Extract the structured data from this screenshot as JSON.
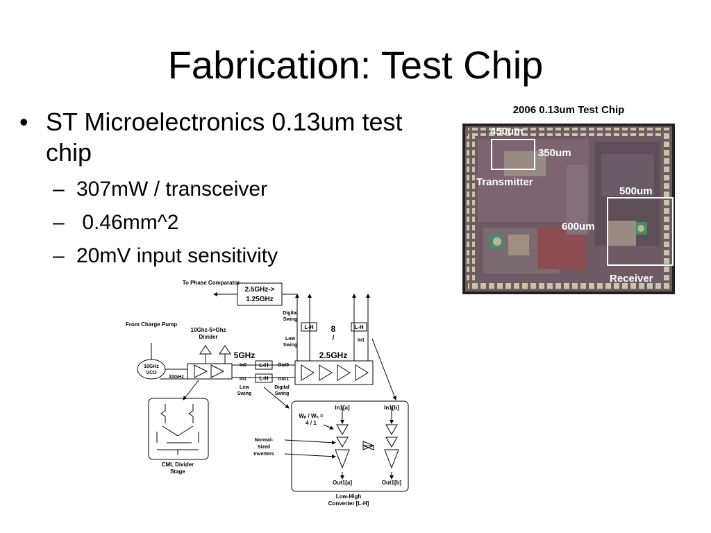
{
  "slide": {
    "title": "Fabrication: Test Chip",
    "bullets": [
      {
        "text": "ST Microelectronics 0.13um test chip",
        "line1": "ST Microelectronics 0.13um test",
        "line2": "chip",
        "sub": [
          "307mW / transceiver",
          " 0.46mm^2",
          "20mV input sensitivity"
        ]
      }
    ]
  },
  "chip_photo": {
    "caption": "2006 0.13um Test Chip",
    "labels": {
      "tx_width": "450um",
      "tx_height": "350um",
      "transmitter": "Transmitter",
      "rx_width": "500um",
      "rx_height": "600um",
      "receiver": "Receiver"
    }
  },
  "schematic": {
    "phase_comparator": "To Phase Comparator",
    "div_box": [
      "2.5GHz->",
      "1.25GHz"
    ],
    "charge_pump": "From Charge Pump",
    "divider_title": [
      "10Ghz-5>Ghz",
      "Divider"
    ],
    "vco": [
      "10GHz",
      "VCO"
    ],
    "vco_out": "10GHz",
    "f5": "5GHz",
    "f25": "2.5GHz",
    "lh": "L-H",
    "in0": "In0",
    "in1": "In1",
    "out0": "Out0",
    "out1": "Out1",
    "digital_swing": [
      "Digital",
      "Swing"
    ],
    "low_swing": [
      "Low",
      "Swing"
    ],
    "count": "8",
    "cml": [
      "CML Divider",
      "Stage"
    ],
    "in1a": "In1[a]",
    "in1b": "In1[b]",
    "ratio": [
      "Wₚ / Wₙ =",
      "4 / 1"
    ],
    "normal_inv": [
      "Normal-",
      "Sized",
      "Inverters"
    ],
    "out1a": "Out1[a]",
    "out1b": "Out1[b]",
    "converter": [
      "Low-High",
      "Converter [L-H]"
    ]
  }
}
